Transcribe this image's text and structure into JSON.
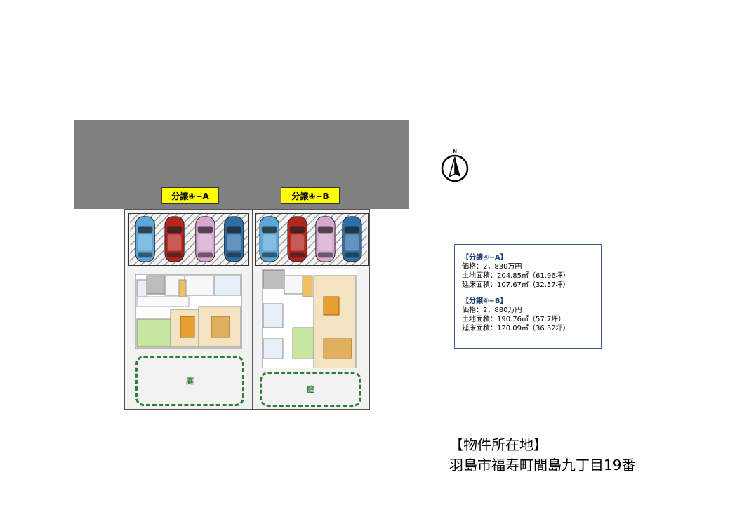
{
  "lots": {
    "a": {
      "label": "分譲④−A",
      "garden_label": "庭"
    },
    "b": {
      "label": "分譲④−B",
      "garden_label": "庭"
    }
  },
  "info_box": {
    "a_heading": "【分譲④−A】",
    "a_price": "価格：2，830万円",
    "a_land": "土地面積：204.85㎡（61.96坪）",
    "a_floor": "延床面積：107.67㎡（32.57坪）",
    "b_heading": "【分譲④−B】",
    "b_price": "価格：2，880万円",
    "b_land": "土地面積：190.76㎡（57.7坪）",
    "b_floor": "延床面積：120.09㎡（36.32坪）"
  },
  "location": {
    "heading": "【物件所在地】",
    "address": "羽島市福寿町間島九丁目19番"
  },
  "compass": {
    "letter": "N"
  },
  "car_colors": [
    "#5aa7d8",
    "#b3261e",
    "#d9a7cf",
    "#2f6fa8"
  ],
  "colors": {
    "road": "#808080",
    "label_bg": "#ffff00",
    "garden": "#2e7d32",
    "info_border": "#3b5b8c",
    "info_heading": "#1f3e75"
  }
}
